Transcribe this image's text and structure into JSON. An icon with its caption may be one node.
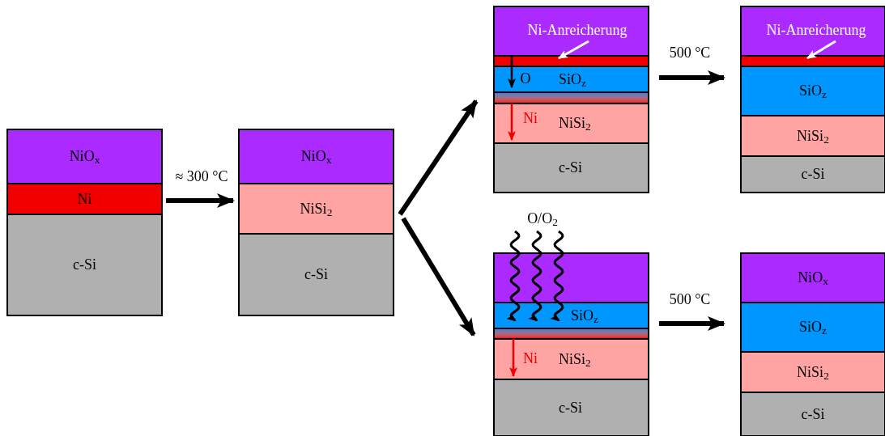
{
  "diagram": {
    "nodes": [
      {
        "text": [],
        "shape": "box"
      },
      {
        "text": [
          "NiO$_{x}$"
        ],
        "in": 0
      },
      {
        "text": [
          "Ni"
        ],
        "in": 0
      },
      {
        "text": [
          "c-Si"
        ],
        "in": 0
      },
      {
        "text": [],
        "shape": "box"
      },
      {
        "text": [
          "NiO$_{x}$"
        ],
        "in": 4
      },
      {
        "text": [
          "NiSi$_{2}$"
        ],
        "in": 4
      },
      {
        "text": [
          "c-Si"
        ],
        "in": 4
      },
      {
        "text": [],
        "shape": "box"
      },
      {
        "text": [],
        "shape": "box",
        "in": 8
      },
      {
        "text": [
          "Ni-Anreicherung"
        ],
        "in": 9
      },
      {
        "text": [],
        "shape": "bar",
        "in": 8
      },
      {
        "text": [
          "SiO$_{z}$"
        ],
        "in": 8
      },
      {
        "text": [],
        "shape": "bar",
        "in": 8
      },
      {
        "text": [
          "NiSi$_{2}$"
        ],
        "in": 8
      },
      {
        "text": [
          "c-Si"
        ],
        "in": 8
      },
      {
        "text": [],
        "shape": "box"
      },
      {
        "text": [],
        "shape": "box",
        "in": 16
      },
      {
        "text": [
          "Ni-Anreicherung"
        ],
        "in": 17
      },
      {
        "text": [],
        "shape": "bar",
        "in": 16
      },
      {
        "text": [
          "SiO$_{z}$"
        ],
        "in": 16
      },
      {
        "text": [
          "NiSi$_{2}$"
        ],
        "in": 16
      },
      {
        "text": [
          "c-Si"
        ],
        "in": 16
      },
      {
        "text": [],
        "shape": "box"
      },
      {
        "text": [],
        "shape": "box",
        "in": 23
      },
      {
        "text": [
          "SiO$_{z}$"
        ],
        "in": 23
      },
      {
        "text": [],
        "shape": "bar",
        "in": 23
      },
      {
        "text": [
          "NiSi$_{2}$"
        ],
        "in": 23
      },
      {
        "text": [
          "c-Si"
        ],
        "in": 23
      },
      {
        "text": [],
        "shape": "box"
      },
      {
        "text": [
          "NiO$_{x}$"
        ],
        "in": 29
      },
      {
        "text": [
          "SiO$_{z}$"
        ],
        "in": 29
      },
      {
        "text": [
          "NiSi$_{2}$"
        ],
        "in": 29
      },
      {
        "text": [
          "c-Si"
        ],
        "in": 29
      }
    ],
    "edges": [
      {
        "from": 0,
        "to": 4,
        "arrow": "to",
        "label": "≈ 300 °C",
        "style": "thick"
      },
      {
        "from": 4,
        "to": 8,
        "arrow": "to",
        "style": "thick"
      },
      {
        "from": 4,
        "to": 23,
        "arrow": "to",
        "style": "thick"
      },
      {
        "from": 8,
        "to": 16,
        "arrow": "to",
        "label": "500 °C",
        "style": "thick"
      },
      {
        "from": 23,
        "to": 29,
        "arrow": "to",
        "label": "500 °C",
        "style": "thick"
      },
      {
        "from": 10,
        "to": 11,
        "arrow": "to",
        "color": "#ffffff"
      },
      {
        "from": 18,
        "to": 19,
        "arrow": "to",
        "color": "#ffffff"
      },
      {
        "from": 11,
        "to": 12,
        "arrow": "to",
        "label": "O"
      },
      {
        "from": 13,
        "to": 14,
        "arrow": "to",
        "label": "Ni",
        "color": "#f20000"
      },
      {
        "from": 26,
        "to": 27,
        "arrow": "to",
        "label": "Ni",
        "color": "#f20000"
      }
    ],
    "labels": [
      "O/O$_{2}$"
    ]
  }
}
